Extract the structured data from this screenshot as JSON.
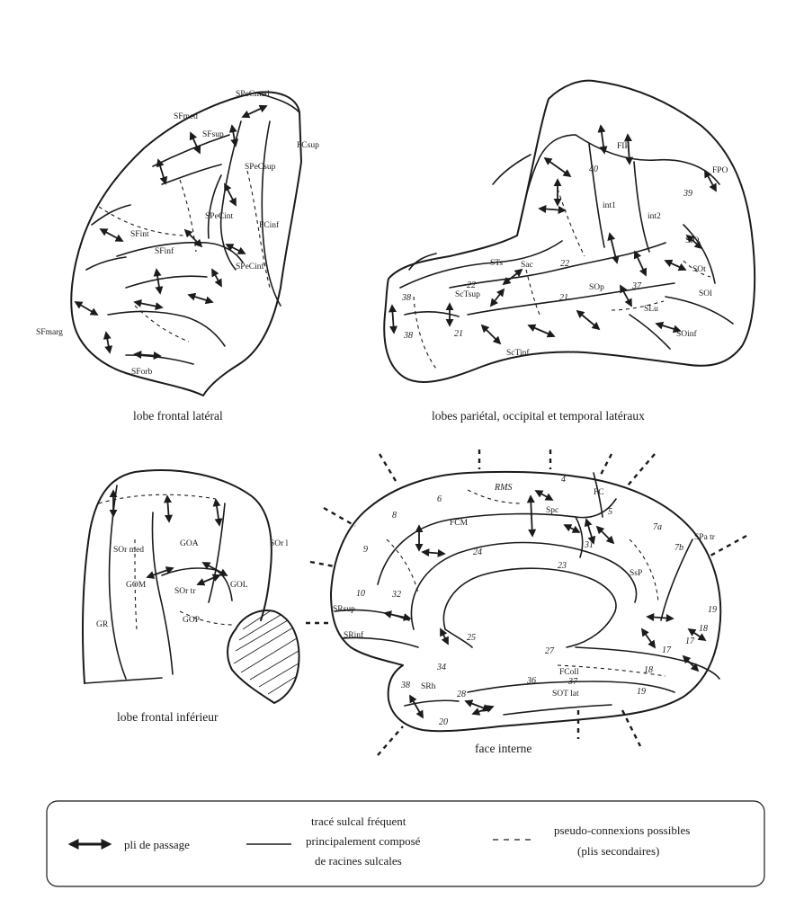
{
  "panels": {
    "frontal_lateral": {
      "caption": "lobe frontal latéral",
      "labels": [
        "SPeCmed",
        "SFmed",
        "SFsup",
        "FCsup",
        "SPeCsup",
        "SPeCint",
        "FCinf",
        "SFint",
        "SFinf",
        "SPeCinf",
        "SFmarg",
        "SForb"
      ]
    },
    "lateral": {
      "caption": "lobes pariétal, occipital et temporal latéraux",
      "labels": [
        "FIP",
        "FPO",
        "40",
        "int1",
        "int2",
        "39",
        "SIO",
        "STs",
        "Sac",
        "22",
        "SOt",
        "22",
        "ScTsup",
        "38",
        "SOp",
        "37",
        "SOl",
        "21",
        "SLu",
        "38",
        "21",
        "SOinf",
        "ScTinf"
      ]
    },
    "frontal_inferieur": {
      "caption": "lobe frontal inférieur",
      "labels": [
        "SOr med",
        "GOA",
        "SOr l",
        "GOM",
        "SOr tr",
        "GOL",
        "GR",
        "GOP"
      ]
    },
    "face_interne": {
      "caption": "face interne",
      "labels": [
        "RMS",
        "4",
        "FC",
        "6",
        "Spc",
        "5",
        "8",
        "FCM",
        "7a",
        "31",
        "SPa tr",
        "9",
        "24",
        "23",
        "SsP",
        "7b",
        "32",
        "10",
        "19",
        "SRsup",
        "18",
        "25",
        "SRinf",
        "27",
        "17",
        "17",
        "34",
        "FColl",
        "18",
        "38",
        "SRh",
        "36",
        "37",
        "28",
        "SOT lat",
        "19",
        "20"
      ]
    }
  },
  "legend": {
    "pli_label": "pli de passage",
    "trace_lines": [
      "tracé sulcal fréquent",
      "principalement composé",
      "de racines sulcales"
    ],
    "pseudo_lines": [
      "pseudo-connexions possibles",
      "(plis secondaires)"
    ]
  }
}
